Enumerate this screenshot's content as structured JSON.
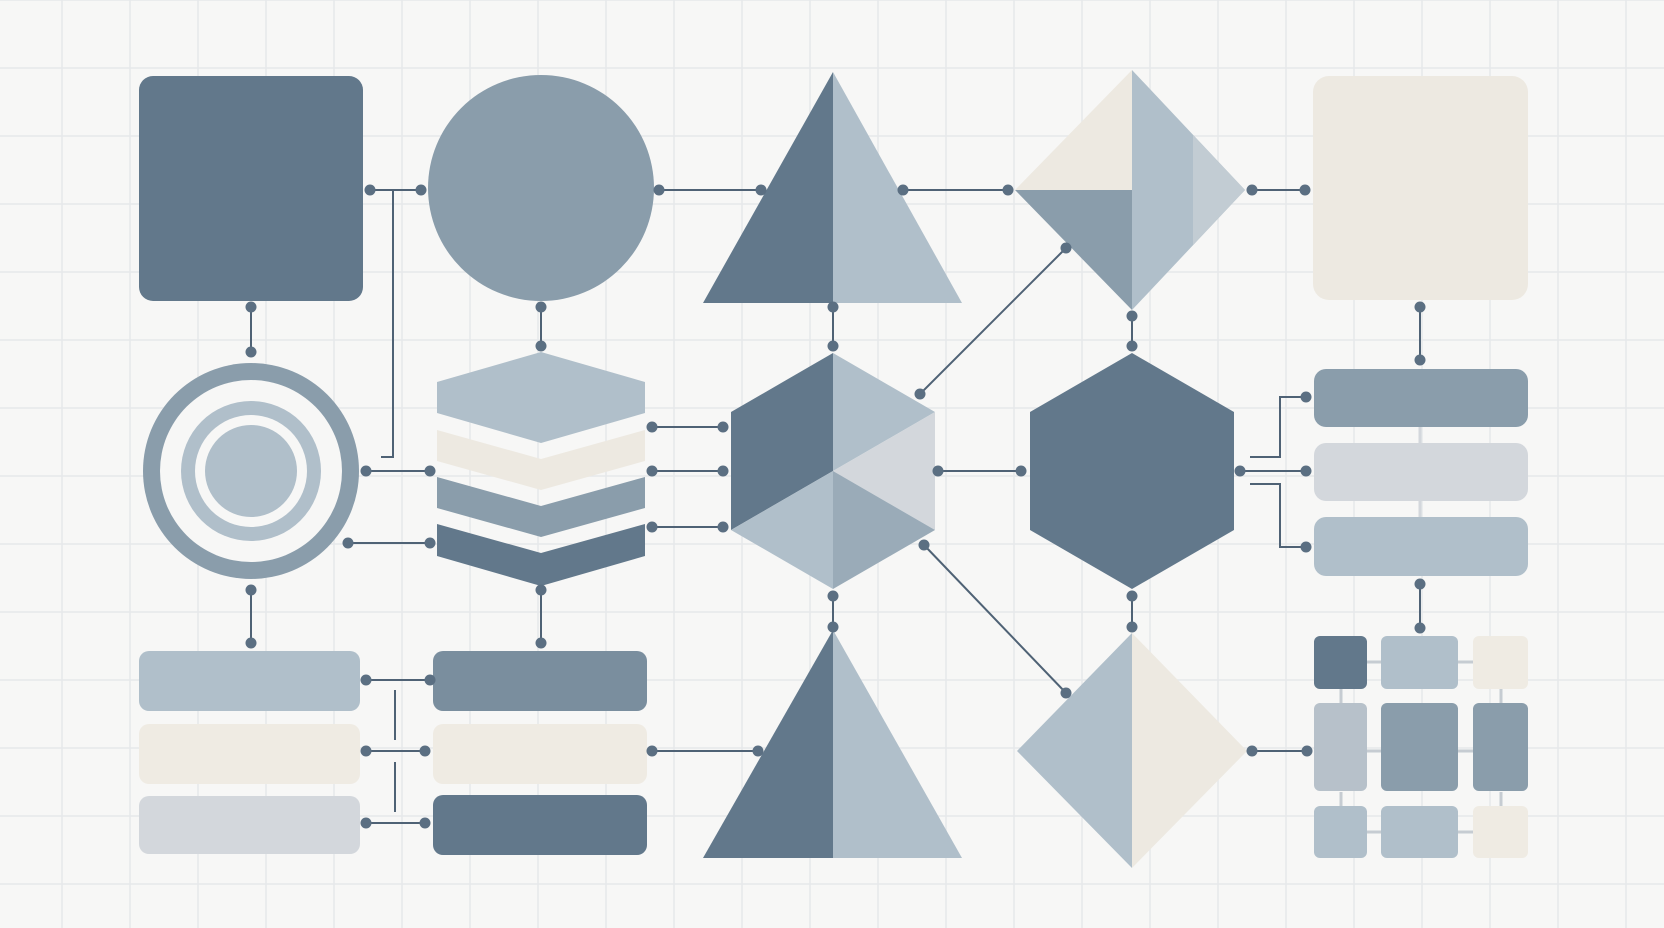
{
  "colors": {
    "background": "#f7f7f6",
    "grid": "#e6e8ea",
    "slate_dark": "#62788b",
    "slate_mid": "#8a9dab",
    "slate_light": "#b0bfca",
    "slate_muted": "#9aabb8",
    "cream": "#ede9e1",
    "pale_gray": "#d3d7dc",
    "pale_cream": "#efebe3",
    "connector": "#4f6275",
    "dot": "#5b6f82"
  },
  "grid": {
    "visible": true,
    "step": 68
  },
  "text": {},
  "icons": [
    "square-shape",
    "circle-shape",
    "triangle-shape",
    "diamond-shape",
    "hexagon-shape",
    "concentric-ring-shape",
    "chevron-stack-shape",
    "bar-shape",
    "tile-shape"
  ]
}
